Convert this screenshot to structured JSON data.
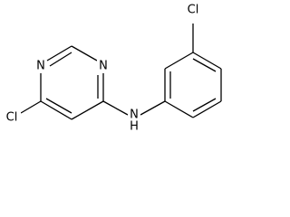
{
  "structure": {
    "atoms": {
      "n_top": "N",
      "n_left": "N",
      "cl_pyrimidine": "Cl",
      "nh_n": "N",
      "nh_h": "H",
      "cl_phenyl": "Cl"
    }
  }
}
